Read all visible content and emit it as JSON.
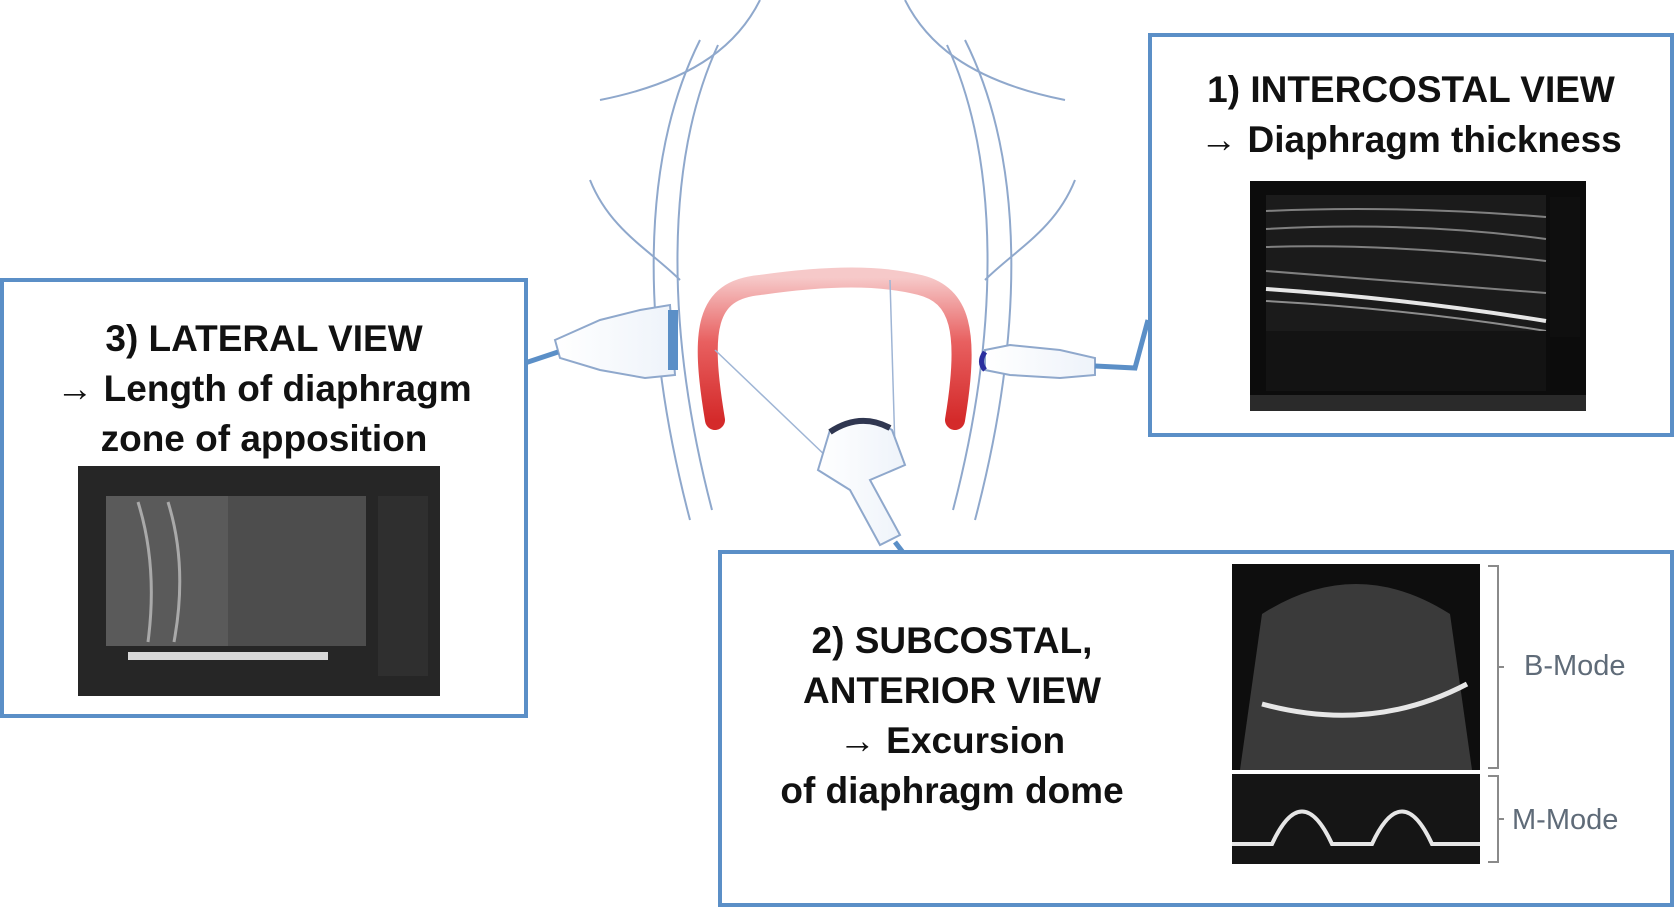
{
  "panels": {
    "intercostal": {
      "title_line1": "1) INTERCOSTAL  VIEW",
      "title_line2": "→ Diaphragm thickness"
    },
    "subcostal": {
      "title_line1": "2) SUBCOSTAL,",
      "title_line2": "ANTERIOR VIEW",
      "title_line3": "→ Excursion",
      "title_line4": "of diaphragm dome",
      "bmode_label": "B-Mode",
      "mmode_label": "M-Mode"
    },
    "lateral": {
      "title_line1": "3) LATERAL VIEW",
      "title_line2": "→ Length of diaphragm",
      "title_line3": "zone of apposition"
    }
  },
  "colors": {
    "panel_border": "#5b8fc7",
    "outline": "#8fa8cc",
    "diaphragm": "#e03a3a",
    "probe_cable": "#5b8fc7"
  },
  "icons": {
    "torso": "human-torso-outline",
    "probe": "ultrasound-probe-icon"
  }
}
